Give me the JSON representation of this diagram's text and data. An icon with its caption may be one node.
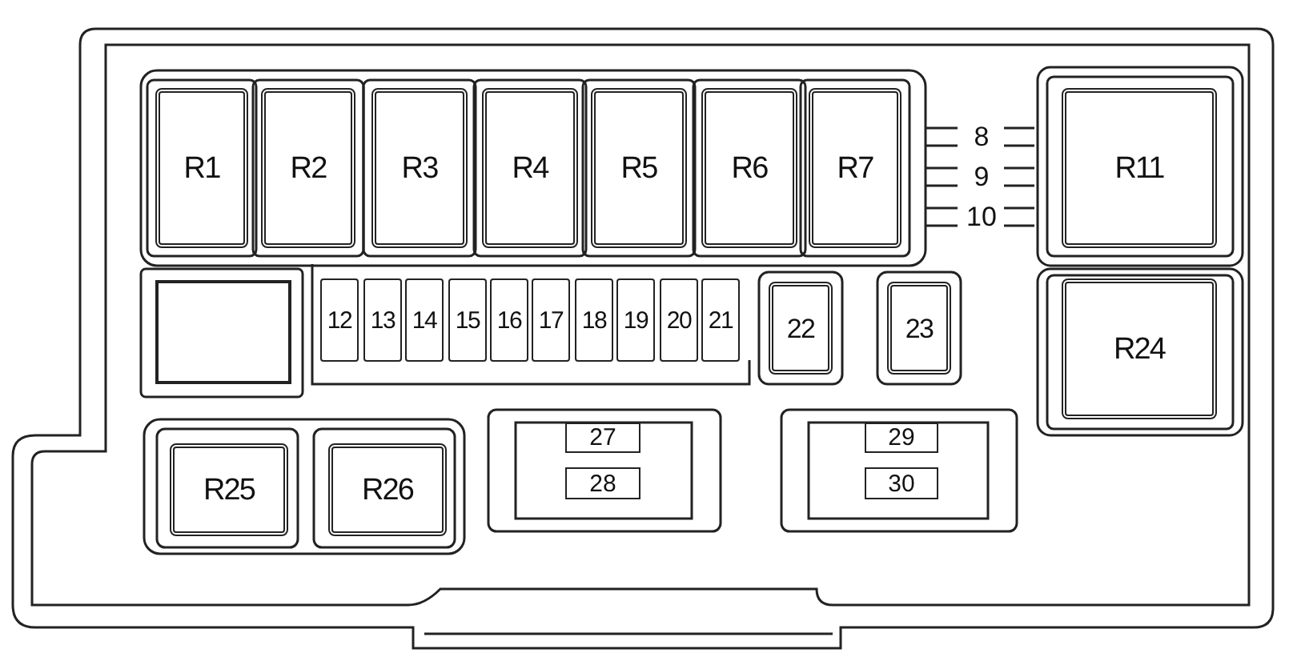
{
  "diagram": {
    "nodes": [
      {
        "text": [
          "R1"
        ]
      },
      {
        "text": [
          "R2"
        ]
      },
      {
        "text": [
          "R3"
        ]
      },
      {
        "text": [
          "R4"
        ]
      },
      {
        "text": [
          "R5"
        ]
      },
      {
        "text": [
          "R6"
        ]
      },
      {
        "text": [
          "R7"
        ]
      },
      {
        "text": [
          "8"
        ]
      },
      {
        "text": [
          "9"
        ]
      },
      {
        "text": [
          "10"
        ]
      },
      {
        "text": [
          "R11"
        ]
      },
      {
        "text": [],
        "shape": "box"
      },
      {
        "text": [
          "12"
        ]
      },
      {
        "text": [
          "13"
        ]
      },
      {
        "text": [
          "14"
        ]
      },
      {
        "text": [
          "15"
        ]
      },
      {
        "text": [
          "16"
        ]
      },
      {
        "text": [
          "17"
        ]
      },
      {
        "text": [
          "18"
        ]
      },
      {
        "text": [
          "19"
        ]
      },
      {
        "text": [
          "20"
        ]
      },
      {
        "text": [
          "21"
        ]
      },
      {
        "text": [
          "22"
        ]
      },
      {
        "text": [
          "23"
        ]
      },
      {
        "text": [
          "R24"
        ]
      },
      {
        "text": [
          "R25"
        ]
      },
      {
        "text": [
          "R26"
        ]
      },
      {
        "text": [
          "27"
        ]
      },
      {
        "text": [
          "28"
        ]
      },
      {
        "text": [
          "29"
        ]
      },
      {
        "text": [
          "30"
        ]
      }
    ]
  }
}
